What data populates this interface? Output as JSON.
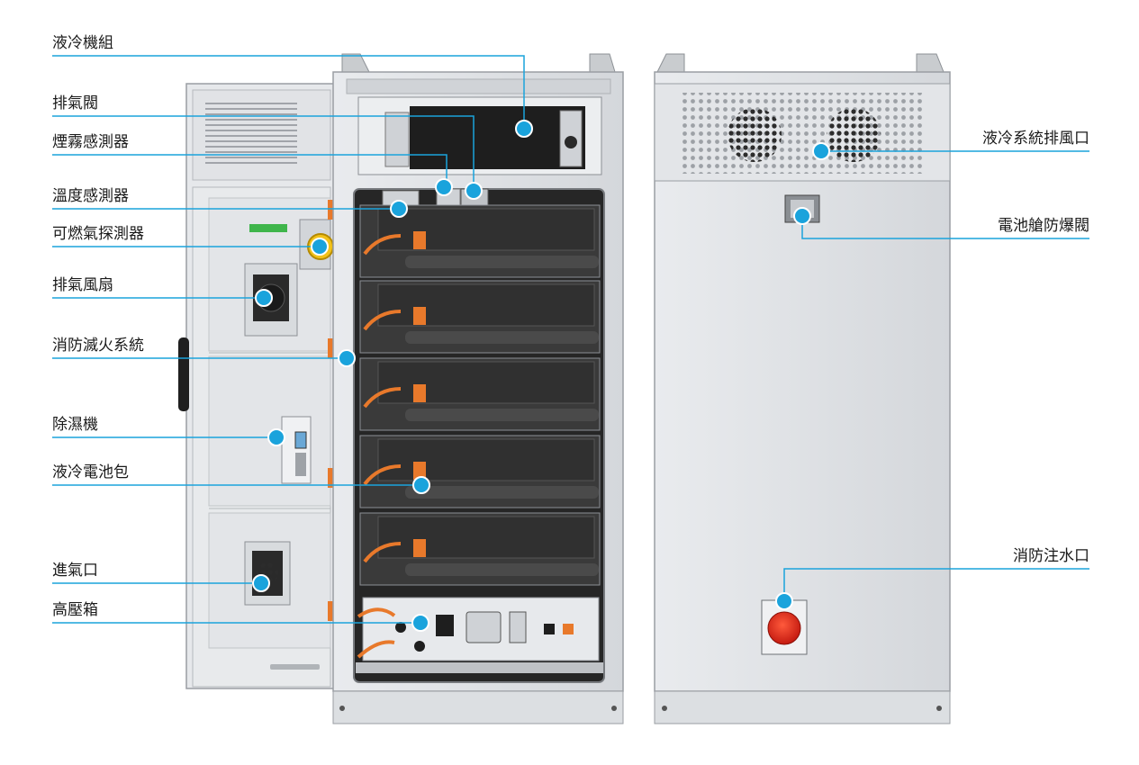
{
  "colors": {
    "accent": "#1aa3dc",
    "steel": "#dcdfe3",
    "rack": "#2b2b2b",
    "module": "#3a3a3a",
    "orange": "#e8792b",
    "button_red": "#e2281b"
  },
  "labels_left": [
    {
      "id": "liquid-cooling-unit",
      "text": "液冷機組"
    },
    {
      "id": "exhaust-valve",
      "text": "排氣閥"
    },
    {
      "id": "smoke-detector",
      "text": "煙霧感測器"
    },
    {
      "id": "temperature-sensor",
      "text": "溫度感測器"
    },
    {
      "id": "combustible-gas-detector",
      "text": "可燃氣探測器"
    },
    {
      "id": "exhaust-fan",
      "text": "排氣風扇"
    },
    {
      "id": "fire-suppression-system",
      "text": "消防滅火系統"
    },
    {
      "id": "dehumidifier",
      "text": "除濕機"
    },
    {
      "id": "liquid-cooled-battery-pack",
      "text": "液冷電池包"
    },
    {
      "id": "air-inlet",
      "text": "進氣口"
    },
    {
      "id": "high-voltage-box",
      "text": "高壓箱"
    }
  ],
  "labels_right": [
    {
      "id": "cooling-exhaust-vent",
      "text": "液冷系統排風口"
    },
    {
      "id": "battery-explosion-vent",
      "text": "電池艙防爆閥"
    },
    {
      "id": "fire-water-inlet",
      "text": "消防注水口"
    }
  ],
  "icons": [
    "fan-icon",
    "emergency-button-icon",
    "gas-detector-icon",
    "callout-dot-icon"
  ]
}
